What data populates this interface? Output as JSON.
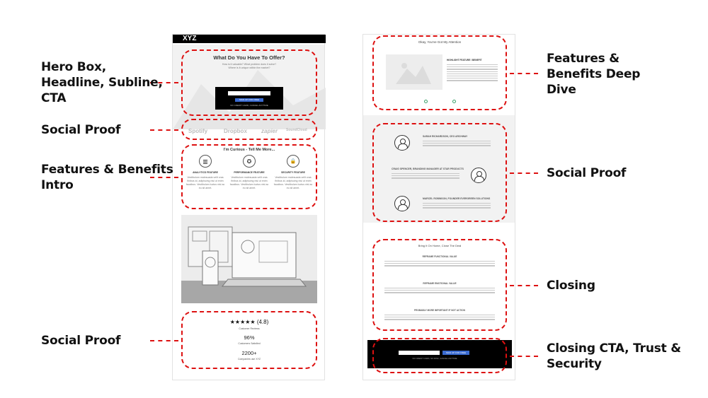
{
  "annotations": {
    "left": [
      {
        "text": "Hero Box,\nHeadline, Subline,\nCTA"
      },
      {
        "text": "Social Proof"
      },
      {
        "text": "Features & Benefits\nIntro"
      },
      {
        "text": "Social Proof"
      }
    ],
    "right": [
      {
        "text": "Features &\nBenefits Deep\nDive"
      },
      {
        "text": "Social Proof"
      },
      {
        "text": "Closing"
      },
      {
        "text": "Closing CTA, Trust &\nSecurity"
      }
    ]
  },
  "colors": {
    "annotation_dash": "#dd1111",
    "cta_button": "#3a6bd1",
    "carousel_dot": "#3aa06a"
  },
  "page1": {
    "brand": "XYZ",
    "hero_title": "What Do You Have To Offer?",
    "hero_sub": "How is it valuable? What problem does it solve?\nWhere is it unique within the market?",
    "cta_button": "SIGN UP FOR FREE",
    "cta_note": "NO CREDIT CARD, CANCEL ANYTIME",
    "logos": [
      "Spotify",
      "Dropbox",
      "zapier",
      "SoundCloud"
    ],
    "features_title": "I'm Curious - Tell Me More...",
    "features": [
      {
        "icon": "chart-icon",
        "glyph": "▥",
        "name": "ANALYTICS FEATURE",
        "text": "Vestibulum malesuada velit cras finibus id, adipiscing nisi ut enim faucibus. Vestibulum luctus nisl ac eu sit amet."
      },
      {
        "icon": "medal-icon",
        "glyph": "✪",
        "name": "PERFORMANCE FEATURE",
        "text": "Vestibulum malesuada velit cras finibus id, adipiscing nisi ut enim faucibus. Vestibulum luctus nisl ac eu sit amet."
      },
      {
        "icon": "lock-icon",
        "glyph": "🔒",
        "name": "SECURITY FEATURE",
        "text": "Vestibulum malesuada velit cras finibus id, adipiscing nisi ut enim faucibus. Vestibulum luctus nisl ac eu sit amet."
      }
    ],
    "rating_stars": "★★★★★",
    "rating_value": "(4.8)",
    "rating_caption": "Customer Reviews",
    "stat1_value": "96%",
    "stat1_caption": "Customers Satisfied",
    "stat2_value": "2200+",
    "stat2_caption": "Companies use XYZ"
  },
  "page2": {
    "title": "Okay, You've Got My Attention",
    "deep_dive_heading": "HIGHLIGHT FEATURE / BENEFIT",
    "testimonials": [
      {
        "name": "SARAH RICHARDSON, CEO ARCHWAY"
      },
      {
        "name": "CRAIG SPENCER, BRANDING MANAGER AT STAR PRODUCTS"
      },
      {
        "name": "MARCEL ROBINSON, FOUNDER EVERGREEN SOLUTIONS"
      }
    ],
    "closing_title": "Bring It On Home, Close The Deal",
    "closing_headings": [
      "REFRAME FUNCTIONAL VALUE",
      "REFRAME EMOTIONAL VALUE",
      "PROBABLY MORE IMPORTANT IF NOT ACTION"
    ],
    "final_button": "SIGN UP FOR FREE",
    "final_note": "NO CREDIT CARD, NO RISK, CANCEL ANYTIME"
  }
}
